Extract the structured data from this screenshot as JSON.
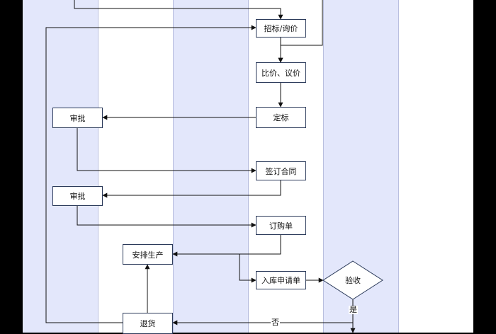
{
  "nodes": {
    "zhaobiao": "招标/询价",
    "bijia": "比价、议价",
    "dingbiao": "定标",
    "shenpi_1": "审批",
    "qianding": "签订合同",
    "shenpi_2": "审批",
    "dinggou": "订购单",
    "anpai": "安排生产",
    "ruku": "入库申请单",
    "yanshou": "验收",
    "tuihuo": "退货"
  },
  "edge_labels": {
    "yes": "是",
    "no": "否"
  },
  "colors": {
    "lane_blue": "#e3e7fb",
    "border": "#2b3a5a",
    "frame": "#000000"
  }
}
